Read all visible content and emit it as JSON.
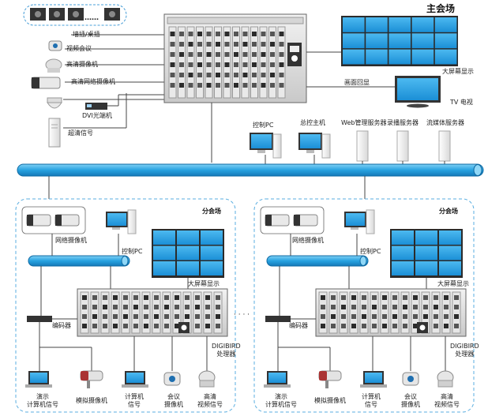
{
  "main": {
    "title": "主会场",
    "sources": [
      {
        "label": "墙插/桌插"
      },
      {
        "label": "视频会议"
      },
      {
        "label": "高清摄像机"
      },
      {
        "label": "高清网络摄像机"
      },
      {
        "label": "DVI光端机"
      },
      {
        "label": "超清信号"
      }
    ],
    "ellipsis": "……",
    "videowall_label": "大屏幕显示",
    "tv_label": "TV 电视",
    "picture_label": "画面回显",
    "servers": [
      {
        "label": "控制PC"
      },
      {
        "label": "总控主机"
      },
      {
        "label": "Web管理服务器"
      },
      {
        "label": "录播服务器"
      },
      {
        "label": "流媒体服务器"
      }
    ]
  },
  "branches": [
    {
      "title": "分会场",
      "camera_label": "网络摄像机",
      "pc_label": "控制PC",
      "wall_label": "大屏幕显示",
      "encoder_label": "编码器",
      "processor_label": "DIGIBIRD\n处理器",
      "devices": [
        {
          "label": "演示\n计算机信号"
        },
        {
          "label": "模拟摄像机"
        },
        {
          "label": "计算机\n信号"
        },
        {
          "label": "会议\n摄像机"
        },
        {
          "label": "高清\n视频信号"
        }
      ]
    },
    {
      "title": "分会场",
      "camera_label": "网络摄像机",
      "pc_label": "控制PC",
      "wall_label": "大屏幕显示",
      "encoder_label": "编码器",
      "processor_label": "DIGIBIRD\n处理器",
      "devices": [
        {
          "label": "演示\n计算机信号"
        },
        {
          "label": "模拟摄像机"
        },
        {
          "label": "计算机\n信号"
        },
        {
          "label": "会议\n摄像机"
        },
        {
          "label": "高清\n视频信号"
        }
      ]
    }
  ],
  "between_ellipsis": "· · · ·",
  "colors": {
    "bus": "#35a9e0",
    "screen": "#29a3e6",
    "frame": "#333333",
    "dash": "#5aaee0"
  }
}
